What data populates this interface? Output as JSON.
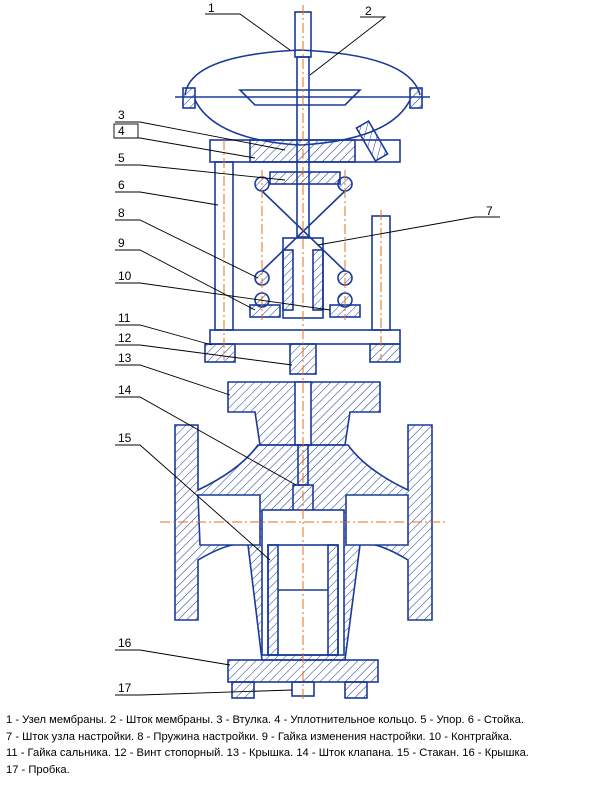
{
  "callouts": [
    {
      "num": "1"
    },
    {
      "num": "2"
    },
    {
      "num": "3"
    },
    {
      "num": "4"
    },
    {
      "num": "5"
    },
    {
      "num": "6"
    },
    {
      "num": "7"
    },
    {
      "num": "8"
    },
    {
      "num": "9"
    },
    {
      "num": "10"
    },
    {
      "num": "11"
    },
    {
      "num": "12"
    },
    {
      "num": "13"
    },
    {
      "num": "14"
    },
    {
      "num": "15"
    },
    {
      "num": "16"
    },
    {
      "num": "17"
    }
  ],
  "legend": {
    "line1": "1 - Узел мембраны. 2 - Шток мембраны. 3 - Втулка. 4 - Уплотнительное кольцо. 5 - Упор. 6 - Стойка.",
    "line2": "7 - Шток узла настройки. 8 - Пружина настройки. 9 - Гайка изменения настройки. 10 - Контргайка.",
    "line3": "11 - Гайка сальника. 12 - Винт стопорный. 13 - Крышка. 14 - Шток клапана. 15 - Стакан. 16 - Крышка.",
    "line4": "17 - Пробка."
  },
  "colors": {
    "outline": "#1a3a9a",
    "hatch": "#1a3a9a",
    "centerline": "#e07020",
    "leader": "#000000"
  }
}
